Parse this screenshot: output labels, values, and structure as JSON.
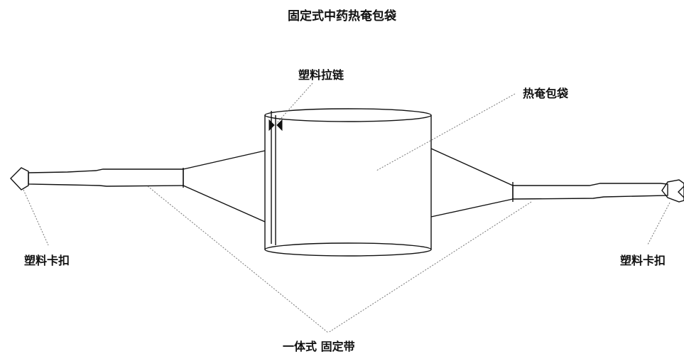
{
  "diagram": {
    "title": "固定式中药热奄包袋",
    "labels": {
      "zipper": "塑料拉链",
      "bag": "热奄包袋",
      "buckle_left": "塑料卡扣",
      "buckle_right": "塑料卡扣",
      "strap": "一体式 固定带"
    },
    "colors": {
      "stroke": "#111111",
      "leader": "#777777",
      "background": "#ffffff"
    }
  }
}
